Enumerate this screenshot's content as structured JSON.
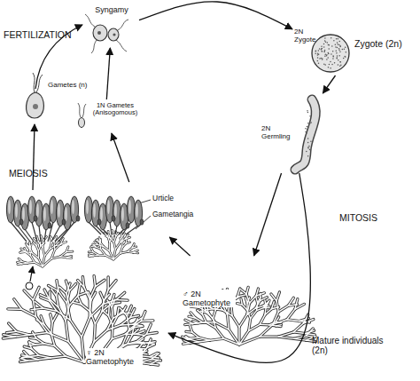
{
  "diagram": {
    "nodes": [
      {
        "text": [
          "Syngamy"
        ]
      },
      {
        "text": [
          "2N Zygote",
          "Zygote (2n)"
        ]
      },
      {
        "text": [
          "2N Germling"
        ]
      },
      {
        "text": [
          "♂ 2N Gametophyte"
        ]
      },
      {
        "text": [
          "♀ 2N Gametophyte"
        ]
      },
      {
        "text": [
          "Urticle",
          "Gametangia"
        ]
      },
      {
        "text": [
          "1N Gametes (Anisogomous)"
        ]
      }
    ],
    "edges": [
      {
        "from": 0,
        "to": 1,
        "arrow": "to"
      },
      {
        "from": 1,
        "to": 2,
        "arrow": "to"
      },
      {
        "from": 2,
        "to": 3,
        "arrow": "to"
      },
      {
        "from": 2,
        "to": 4,
        "arrow": "to"
      },
      {
        "from": 3,
        "to": 5,
        "arrow": "to"
      },
      {
        "from": 5,
        "to": 6,
        "arrow": "to"
      },
      {
        "from": 6,
        "to": 0,
        "arrow": "to"
      }
    ],
    "labels": [
      "FERTILIZATION",
      "Gametes (n)",
      "MEIOSIS",
      "MITOSIS",
      "Mature individuals (2n)"
    ]
  }
}
